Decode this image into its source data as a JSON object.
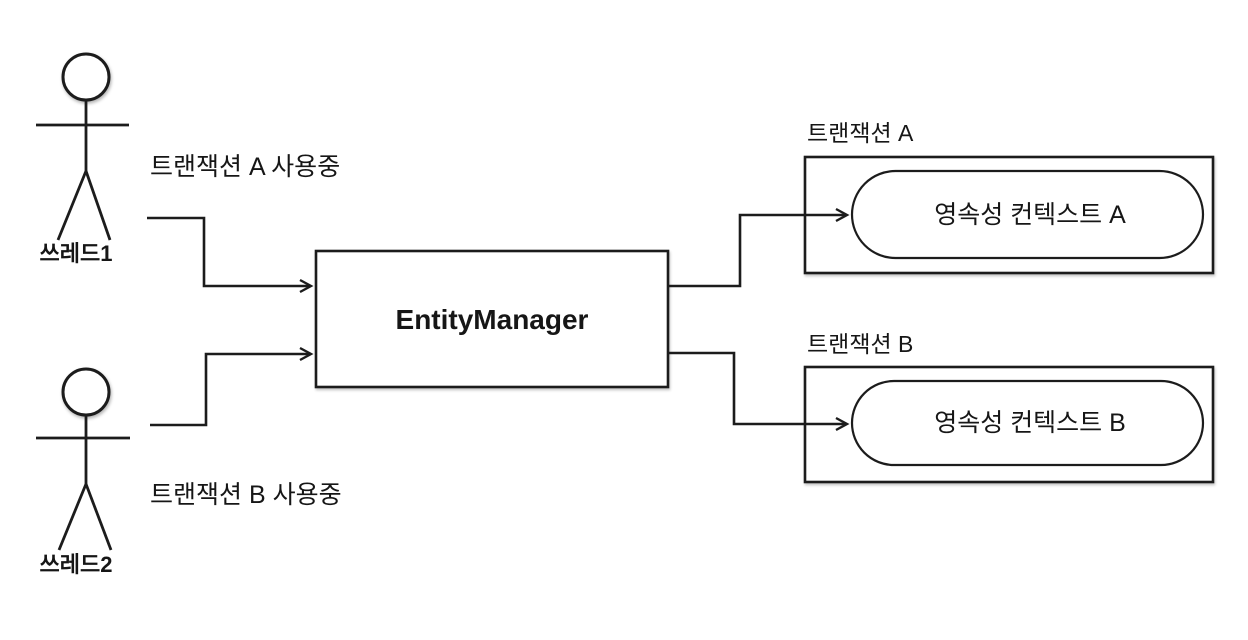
{
  "diagram": {
    "colors": {
      "background": "#ffffff",
      "line": "#1c1c1c"
    },
    "actors": [
      {
        "name": "쓰레드1",
        "status": "트랜잭션 A 사용중"
      },
      {
        "name": "쓰레드2",
        "status": "트랜잭션 B 사용중"
      }
    ],
    "entity_manager": {
      "label": "EntityManager"
    },
    "transactions": [
      {
        "label": "트랜잭션 A",
        "context": "영속성 컨텍스트 A"
      },
      {
        "label": "트랜잭션 B",
        "context": "영속성 컨텍스트 B"
      }
    ]
  }
}
